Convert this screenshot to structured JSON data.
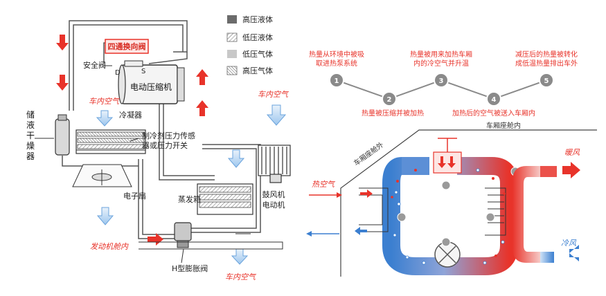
{
  "legend": {
    "items": [
      {
        "label": "高压液体",
        "pattern": "solid-dark"
      },
      {
        "label": "低压液体",
        "pattern": "hatch"
      },
      {
        "label": "低压气体",
        "pattern": "solid-light"
      },
      {
        "label": "高压气体",
        "pattern": "hatch-dense"
      }
    ]
  },
  "left": {
    "four_way_valve": "四通换向阀",
    "safety_valve": "安全阀",
    "port_d": "D",
    "port_s": "S",
    "compressor": "电动压缩机",
    "cabin_air_top": "车内空气",
    "condenser": "冷凝器",
    "receiver_drier": [
      "储",
      "液",
      "干",
      "燥",
      "器"
    ],
    "sensor": [
      "制冷剂压力传感",
      "器或压力开关"
    ],
    "fan": "电子扇",
    "evaporator": "蒸发箱",
    "blower": [
      "鼓风机",
      "电动机"
    ],
    "engine_bay": "发动机舱内",
    "expansion_valve": "H型膨胀阀",
    "cabin_air_bottom": "车内空气",
    "cabin_air_right": "车内空气"
  },
  "right": {
    "steps": [
      {
        "num": "1",
        "text": [
          "热量从环境中被吸",
          "取进热泵系统"
        ]
      },
      {
        "num": "2",
        "text": [
          "热量被压缩并被加热"
        ]
      },
      {
        "num": "3",
        "text": [
          "热量被用来加热车厢",
          "内的冷空气并升温"
        ]
      },
      {
        "num": "4",
        "text": [
          "加热后的空气被送入车厢内"
        ]
      },
      {
        "num": "5",
        "text": [
          "减压后的热量被转化",
          "成低温热量排出车外"
        ]
      }
    ],
    "outside": "车厢座舱外",
    "inside": "车厢座舱内",
    "hot_air": "热空气",
    "warm_wind": "暖风",
    "cold_wind": "冷风"
  },
  "colors": {
    "red": "#e8332a",
    "blue": "#3b7fd0",
    "light_blue": "#9cc6ee",
    "gray_circle": "#8a8a8a"
  }
}
